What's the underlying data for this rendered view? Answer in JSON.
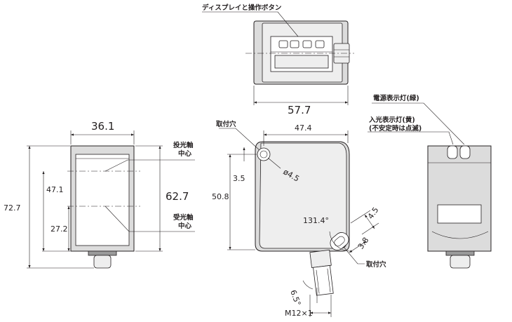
{
  "labels": {
    "display_buttons": "ディスプレイと操作ボタン",
    "power_led": "電源表示灯(緑)",
    "receive_led_line1": "入光表示灯(黄)",
    "receive_led_line2": "(不安定時は点滅)",
    "emitter_axis_line1": "投光軸",
    "emitter_axis_line2": "中心",
    "receiver_axis_line1": "受光軸",
    "receiver_axis_line2": "中心",
    "mount_hole_top": "取付穴",
    "mount_hole_bottom": "取付穴"
  },
  "dimensions": {
    "top_width": "57.7",
    "front_width": "36.1",
    "front_height": "62.7",
    "total_height": "72.7",
    "emitter_height": "47.1",
    "receiver_height": "27.2",
    "side_width": "47.4",
    "hole_offset": "3.5",
    "side_height": "50.8",
    "hole_diameter": "ø4.5",
    "angle": "131.4°",
    "slot_width": "4.5",
    "slot_length": "3.8",
    "cable_angle": "6.5°",
    "thread": "M12×1"
  }
}
